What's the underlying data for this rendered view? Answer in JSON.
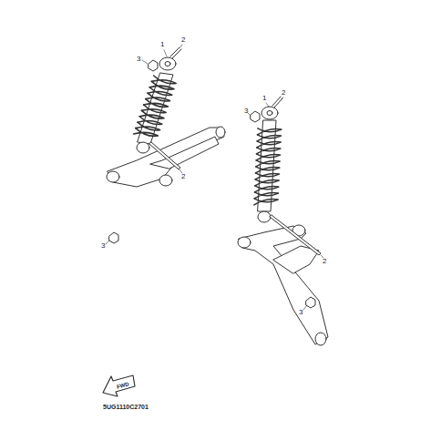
{
  "diagram": {
    "labels": [
      "1",
      "2",
      "3",
      "2",
      "3",
      "1",
      "2",
      "3",
      "2",
      "3",
      "FWD",
      "5UG1110C2701"
    ]
  }
}
